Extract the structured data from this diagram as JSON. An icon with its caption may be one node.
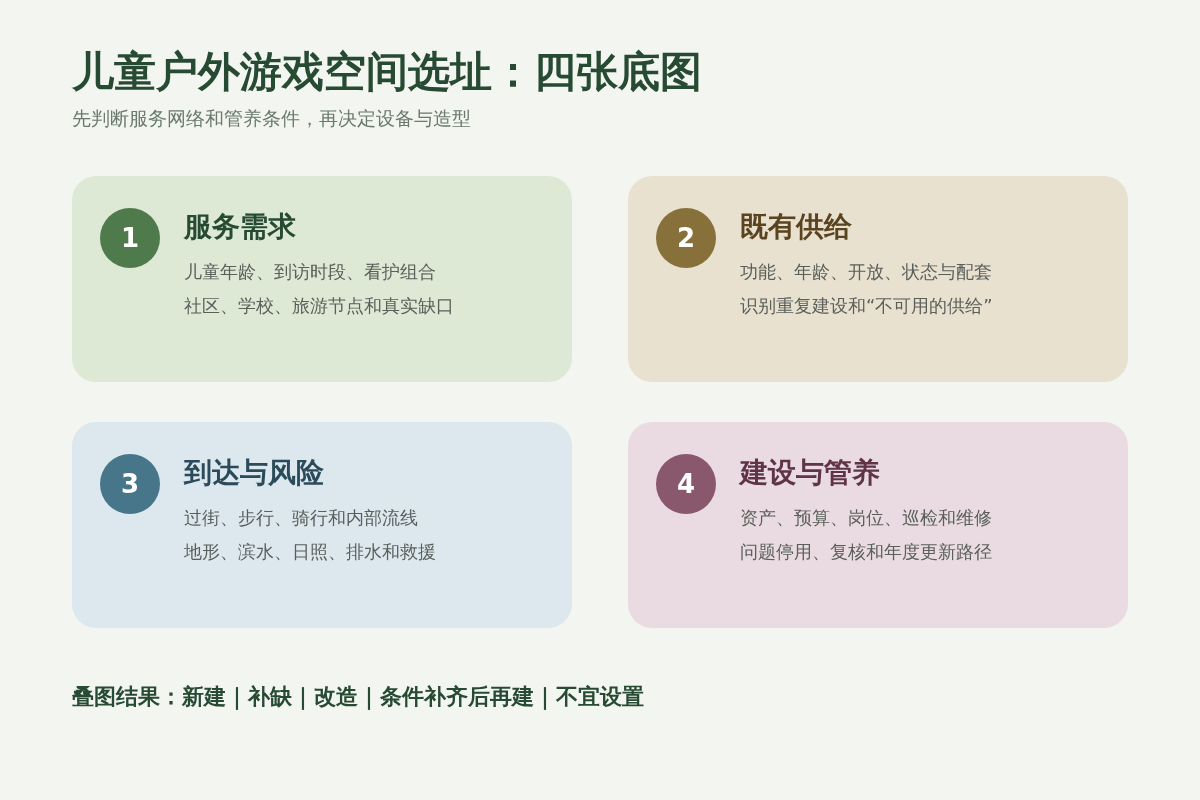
{
  "diagram": {
    "title": "儿童户外游戏空间选址：四张底图",
    "nodes": [
      {
        "text": [
          "服务需求",
          "儿童年龄、到访时段、看护组合",
          "社区、学校、旅游节点和真实缺口"
        ]
      },
      {
        "text": [
          "1"
        ],
        "in": 0
      },
      {
        "text": [
          "既有供给",
          "功能、年龄、开放、状态与配套",
          "识别重复建设和“不可用的供给”"
        ]
      },
      {
        "text": [
          "2"
        ],
        "in": 2
      },
      {
        "text": [
          "到达与风险",
          "过街、步行、骑行和内部流线",
          "地形、滨水、日照、排水和救援"
        ]
      },
      {
        "text": [
          "3"
        ],
        "in": 4
      },
      {
        "text": [
          "建设与管养",
          "资产、预算、岗位、巡检和维修",
          "问题停用、复核和年度更新路径"
        ]
      },
      {
        "text": [
          "4"
        ],
        "in": 6
      }
    ],
    "labels": [
      "先判断服务网络和管养条件，再决定设备与造型",
      "叠图结果：新建｜补缺｜改造｜条件补齐后再建｜不宜设置"
    ]
  }
}
